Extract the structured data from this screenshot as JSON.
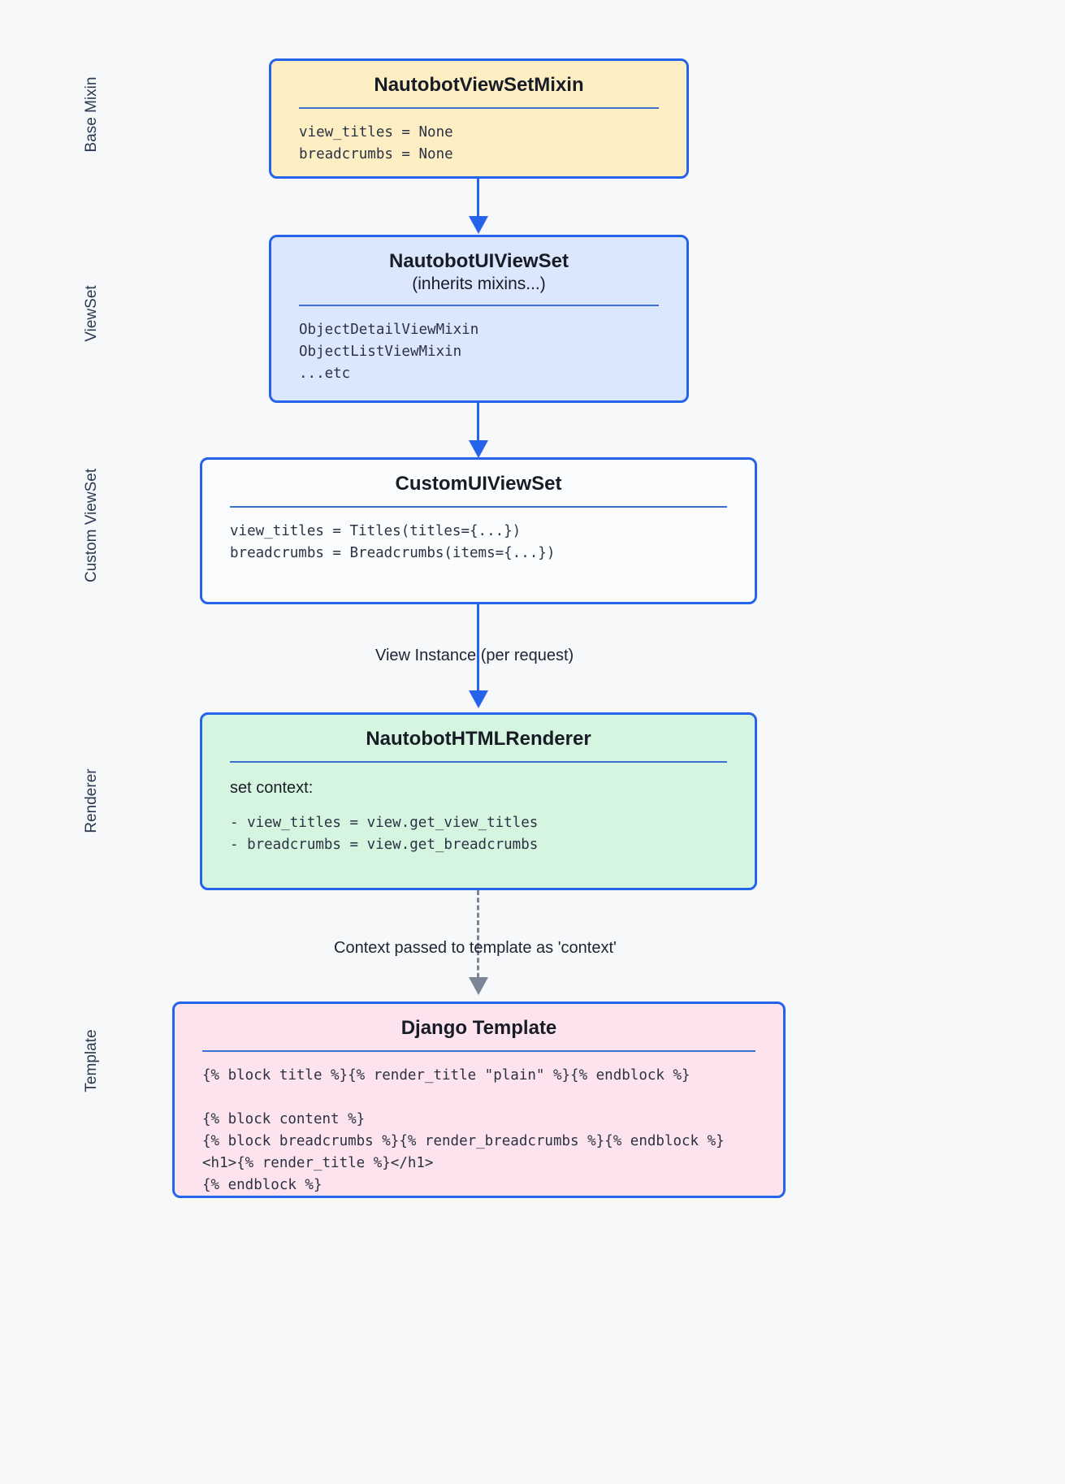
{
  "diagram": {
    "title": "Nautobot UI ViewSet rendering pipeline",
    "background": "#f6f8fa",
    "accent": "#2563eb",
    "lanes": [
      {
        "label": "Base Mixin"
      },
      {
        "label": "ViewSet"
      },
      {
        "label": "Custom ViewSet"
      },
      {
        "label": "Renderer"
      },
      {
        "label": "Template"
      }
    ],
    "nodes": [
      {
        "id": "nautobot-viewset-mixin",
        "title": "NautobotViewSetMixin",
        "subtitle": "",
        "fill": "#fdefc3",
        "body": "view_titles = None\nbreadcrumbs = None"
      },
      {
        "id": "nautobot-ui-viewset",
        "title": "NautobotUIViewSet",
        "subtitle": "(inherits mixins...)",
        "fill": "#dbe7fd",
        "body": "ObjectDetailViewMixin\nObjectListViewMixin\n...etc"
      },
      {
        "id": "custom-ui-viewset",
        "title": "CustomUIViewSet",
        "subtitle": "",
        "fill": "#fbfcfe",
        "body": "view_titles = Titles(titles={...})\nbreadcrumbs = Breadcrumbs(items={...})"
      },
      {
        "id": "nautobot-html-renderer",
        "title": "NautobotHTMLRenderer",
        "subtitle": "",
        "fill": "#d6f5e0",
        "body_heading": "set context:",
        "body": "- view_titles = view.get_view_titles\n- breadcrumbs = view.get_breadcrumbs"
      },
      {
        "id": "django-template",
        "title": "Django Template",
        "subtitle": "",
        "fill": "#fce3ee",
        "body": "{% block title %}{% render_title \"plain\" %}{% endblock %}\n\n{% block content %}\n{% block breadcrumbs %}{% render_breadcrumbs %}{% endblock %}\n<h1>{% render_title %}</h1>\n{% endblock %}"
      }
    ],
    "edges": [
      {
        "id": "mixin-to-viewset",
        "label": "",
        "style": "solid"
      },
      {
        "id": "viewset-to-custom",
        "label": "",
        "style": "solid"
      },
      {
        "id": "custom-to-renderer",
        "label": "View Instance (per request)",
        "style": "solid"
      },
      {
        "id": "renderer-to-template",
        "label": "Context passed to template as 'context'",
        "style": "dashed"
      }
    ]
  }
}
